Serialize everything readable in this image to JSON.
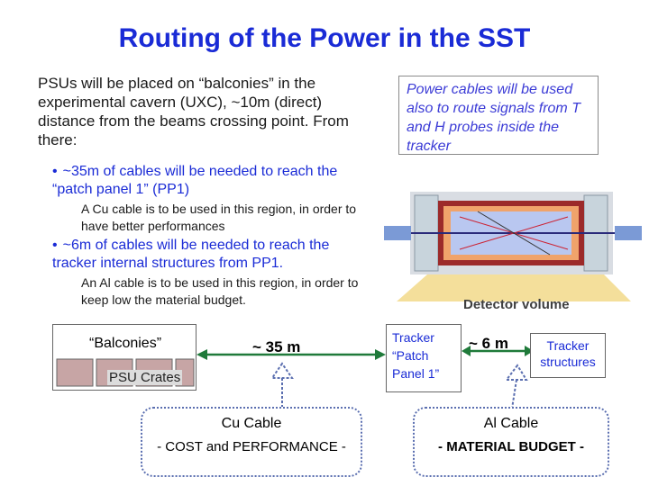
{
  "title": "Routing of the Power in the SST",
  "intro": "PSUs will be placed on “balconies” in the experimental cavern (UXC), ~10m (direct) distance from the beams crossing point. From there:",
  "bullets": [
    {
      "text": "~35m of cables will be needed to reach the “patch panel 1” (PP1)",
      "sub": "A Cu cable is to be used in this region, in order to have better performances"
    },
    {
      "text": "~6m of cables will be needed to reach the tracker internal structures from PP1.",
      "sub": "An Al cable is to be used in this region, in order to keep low the material budget."
    }
  ],
  "note": "Power cables will be used also to route signals from T and H probes inside the tracker",
  "diagram": {
    "detector_volume": "Detector volume",
    "balconies": "“Balconies”",
    "psu_crates": "PSU Crates",
    "distance_35": "~ 35 m",
    "pp1": "Tracker “Patch Panel 1”",
    "distance_6": "~ 6 m",
    "tracker_structures": "Tracker structures",
    "cu_cable": "Cu Cable",
    "cu_note": "- COST and PERFORMANCE -",
    "al_cable": "Al Cable",
    "al_note": "- MATERIAL BUDGET -"
  },
  "colors": {
    "title": "#1a2bd6",
    "arrow": "#1f7a3a",
    "cone": "#f2d98a"
  }
}
